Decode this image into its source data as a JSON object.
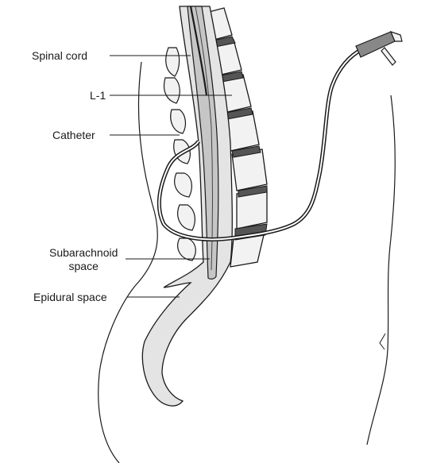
{
  "labels": {
    "spinal_cord": "Spinal cord",
    "l1": "L-1",
    "catheter": "Catheter",
    "subarachnoid_line1": "Subarachnoid",
    "subarachnoid_line2": "space",
    "epidural": "Epidural space"
  },
  "colors": {
    "ink": "#1a1a1a",
    "bone_fill": "#f2f2f2",
    "canal_fill": "#cfcfcf",
    "cord_fill": "#bdbdbd",
    "background": "#ffffff"
  }
}
